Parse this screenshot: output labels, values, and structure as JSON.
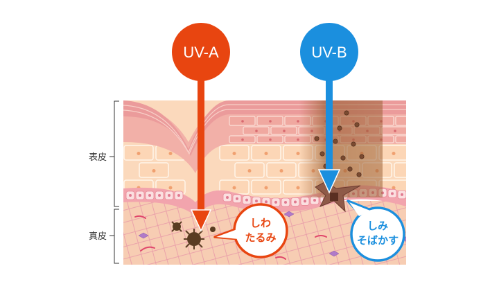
{
  "labels": {
    "epidermis": "表皮",
    "dermis": "真皮"
  },
  "uva": {
    "label": "UV-A",
    "color": "#e84510",
    "effect_line1": "しわ",
    "effect_line2": "たるみ"
  },
  "uvb": {
    "label": "UV-B",
    "color": "#1b8fde",
    "effect_line1": "しみ",
    "effect_line2": "そばかす"
  }
}
